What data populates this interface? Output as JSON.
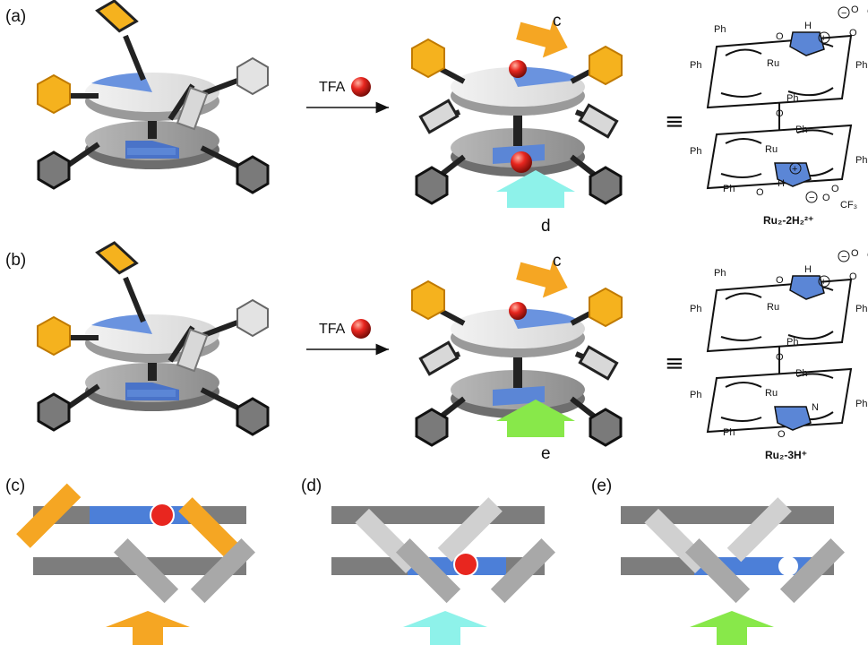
{
  "panels": {
    "a": "(a)",
    "b": "(b)",
    "c": "(c)",
    "d": "(d)",
    "e": "(e)"
  },
  "reagent": "TFA",
  "equiv_symbol": "≡",
  "arrow_labels": {
    "top_a": "c",
    "bottom_a": "d",
    "top_b": "c",
    "bottom_b": "e"
  },
  "structures": {
    "a_name": "Ru₂-2H₂²⁺",
    "b_name": "Ru₂-3H⁺",
    "ph": "Ph",
    "ru": "Ru",
    "n": "N",
    "o": "O",
    "h": "H",
    "cf3": "CF₃"
  },
  "colors": {
    "orange": "#F5A623",
    "blue": "#5B86D6",
    "cyan": "#7FF0E6",
    "green": "#88E84A",
    "red": "#E8261F",
    "gray": "#8E8E8E",
    "lightgray": "#D2D2D2"
  }
}
